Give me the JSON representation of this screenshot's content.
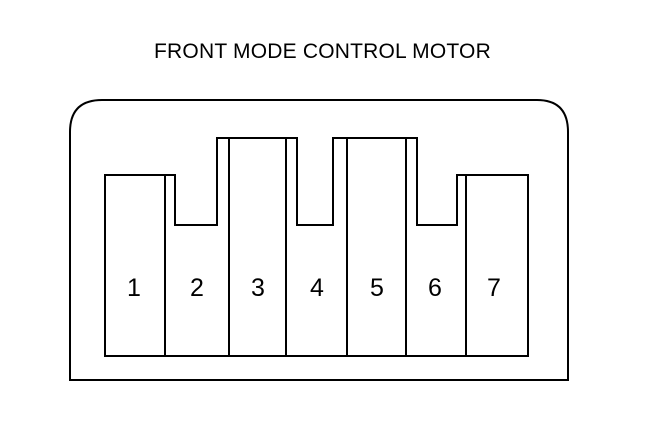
{
  "title": "FRONT MODE CONTROL MOTOR",
  "colors": {
    "stroke": "#000000",
    "background": "#ffffff"
  },
  "pins": [
    {
      "label": "1"
    },
    {
      "label": "2"
    },
    {
      "label": "3"
    },
    {
      "label": "4"
    },
    {
      "label": "5"
    },
    {
      "label": "6"
    },
    {
      "label": "7"
    }
  ]
}
